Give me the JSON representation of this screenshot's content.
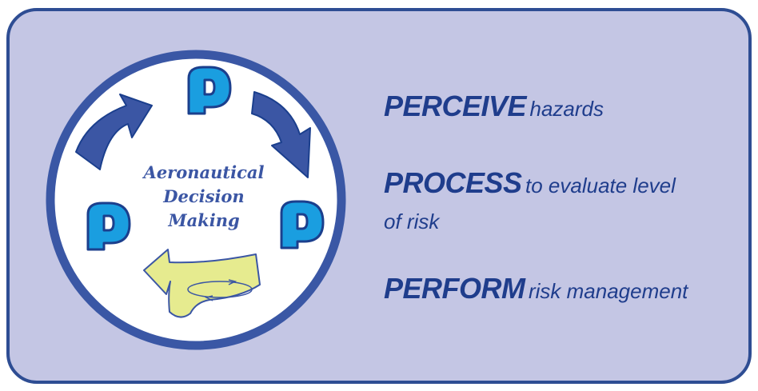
{
  "center_label": {
    "line1": "Aeronautical",
    "line2": "Decision",
    "line3": "Making"
  },
  "steps": [
    {
      "keyword": "PERCEIVE",
      "rest": "hazards",
      "rest_line2": ""
    },
    {
      "keyword": "PROCESS",
      "rest": "to evaluate level",
      "rest_line2": "of risk"
    },
    {
      "keyword": "PERFORM",
      "rest": "risk management",
      "rest_line2": ""
    }
  ],
  "colors": {
    "panel_background": "#c4c6e4",
    "panel_border": "#2e4d93",
    "circle_border": "#3a57a5",
    "arrow_blue": "#3b56a4",
    "p_icon_fill": "#1a9ee0",
    "p_icon_stroke": "#1b3f8d",
    "arrow_yellow": "#e6eb8f",
    "text_blue": "#1f3d8c"
  },
  "icons": [
    "p-icon",
    "curved-arrow-icon",
    "loop-arrow-icon"
  ]
}
